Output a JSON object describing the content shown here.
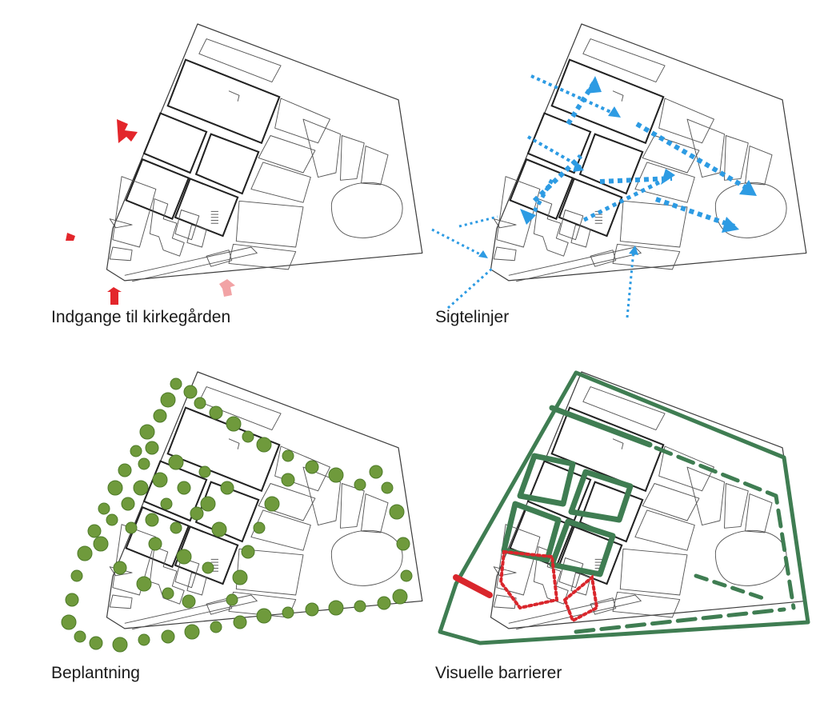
{
  "captions": {
    "entrances": "Indgange til kirkegården",
    "sightlines": "Sigtelinjer",
    "planting": "Beplantning",
    "barriers": "Visuelle barrierer"
  },
  "colors": {
    "entrance_main": "#e3262b",
    "entrance_secondary": "#f2a3a5",
    "sightline": "#2d9be3",
    "tree": "#6f9a3c",
    "barrier_green": "#3f7d52",
    "barrier_red": "#d9262c"
  }
}
